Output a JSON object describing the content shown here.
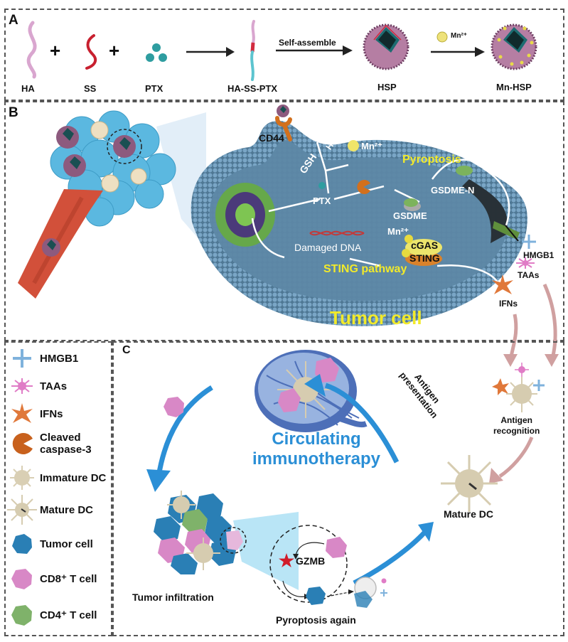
{
  "panel_a": {
    "letter": "A",
    "components": [
      {
        "label": "HA",
        "icon": "pink-polymer-chain"
      },
      {
        "label": "SS",
        "icon": "red-linker-chain"
      },
      {
        "label": "PTX",
        "icon": "teal-drug-dots"
      }
    ],
    "plus": "+",
    "conjugate_label": "HA-SS-PTX",
    "self_assemble_label": "Self-assemble",
    "hsp_label": "HSP",
    "mn_ion_label": "Mn²⁺",
    "mn_hsp_label": "Mn-HSP"
  },
  "panel_b": {
    "letter": "B",
    "cd44_label": "CD44",
    "gsh_label": "GSH",
    "h_label": "H⁺",
    "mn_label_1": "Mn²⁺",
    "ptx_label": "PTX",
    "gsdme_label": "GSDME",
    "gsdme_n_label": "GSDME-N",
    "pyroptosis_label": "Pyroptosis",
    "damaged_dna_label": "Damaged DNA",
    "mn_label_2": "Mn²⁺",
    "cgas_label": "cGAS",
    "sting_label": "STING",
    "sting_pathway_label": "STING pathway",
    "hmgb1_label": "HMGB1",
    "taas_label": "TAAs",
    "ifns_label": "IFNs",
    "tumor_cell_label": "Tumor cell"
  },
  "legend": {
    "items": [
      {
        "label": "HMGB1",
        "icon": "hmgb1-icon",
        "color": "#7fb2dc"
      },
      {
        "label": "TAAs",
        "icon": "taa-icon",
        "color": "#e07cc6"
      },
      {
        "label": "IFNs",
        "icon": "ifn-star-icon",
        "color": "#e0783a"
      },
      {
        "label": "Cleaved\ncaspase-3",
        "line1": "Cleaved",
        "line2": "caspase-3",
        "icon": "caspase-icon",
        "color": "#c8611d"
      },
      {
        "label": "Immature DC",
        "icon": "immature-dc-icon",
        "color": "#d9cfb4"
      },
      {
        "label": "Mature DC",
        "icon": "mature-dc-icon",
        "color": "#d6ccb0"
      },
      {
        "label": "Tumor cell",
        "icon": "tumor-cell-icon",
        "color": "#2a7fb5"
      },
      {
        "label": "CD8⁺ T cell",
        "icon": "cd8-t-cell-icon",
        "color": "#d888c6"
      },
      {
        "label": "CD4⁺ T cell",
        "icon": "cd4-t-cell-icon",
        "color": "#7fb26a"
      }
    ]
  },
  "panel_c": {
    "letter": "C",
    "center_title_line1": "Circulating",
    "center_title_line2": "immunotherapy",
    "antigen_presentation_line1": "Antigen",
    "antigen_presentation_line2": "presentation",
    "antigen_recognition_line1": "Antigen",
    "antigen_recognition_line2": "recognition",
    "mature_dc_label": "Mature DC",
    "tumor_infiltration_label": "Tumor infiltration",
    "gzmb_label": "GZMB",
    "pyroptosis_again_label": "Pyroptosis again"
  },
  "colors": {
    "cycle_arrow": "#2b8fd6",
    "pink_arrow": "#d0a0a0",
    "membrane": "#6f9cc0",
    "tumor_cluster": "#5bb8e0",
    "vessel": "#d2503a",
    "label_yellow": "#f2ea2a"
  }
}
